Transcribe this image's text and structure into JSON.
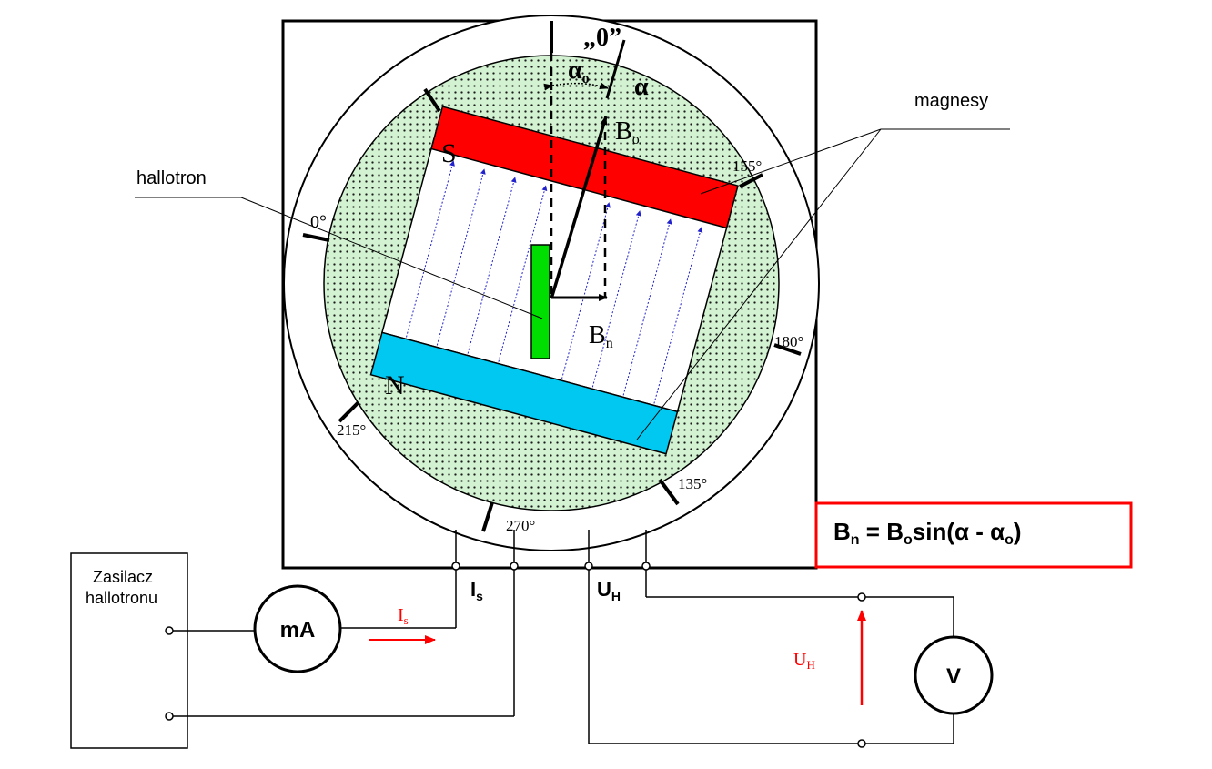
{
  "labels": {
    "zero_mark": "„0”",
    "alpha0": "α",
    "alpha0_sub": "o",
    "alpha": "α",
    "b0": "B",
    "b0_sub": "o",
    "bn": "B",
    "bn_sub": "n",
    "south": "S",
    "north": "N",
    "deg_0": "0°",
    "deg_155": "155°",
    "deg_180": "180°",
    "deg_215": "215°",
    "deg_135": "135°",
    "deg_270": "270°",
    "hallotron": "hallotron",
    "magnesy": "magnesy",
    "power_line1": "Zasilacz",
    "power_line2": "hallotronu",
    "ammeter": "mA",
    "voltmeter": "V",
    "is_main": "I",
    "is_main_sub": "s",
    "uh_main": "U",
    "uh_main_sub": "H",
    "is_red": "I",
    "is_red_sub": "s",
    "uh_red": "U",
    "uh_red_sub": "H"
  },
  "formula": {
    "b": "B",
    "b_sub": "n",
    "eq": " = B",
    "b0_sub": "o",
    "sin": "sin(α - α",
    "a0_sub": "o",
    "close": ")"
  },
  "colors": {
    "south_magnet": "#ff0000",
    "north_magnet": "#00c8f0",
    "hall_sensor": "#00dd00",
    "field_area": "#c8f0c8",
    "field_lines": "#2222cc",
    "formula_border": "#ff0000",
    "signal_red": "#ff0000"
  }
}
